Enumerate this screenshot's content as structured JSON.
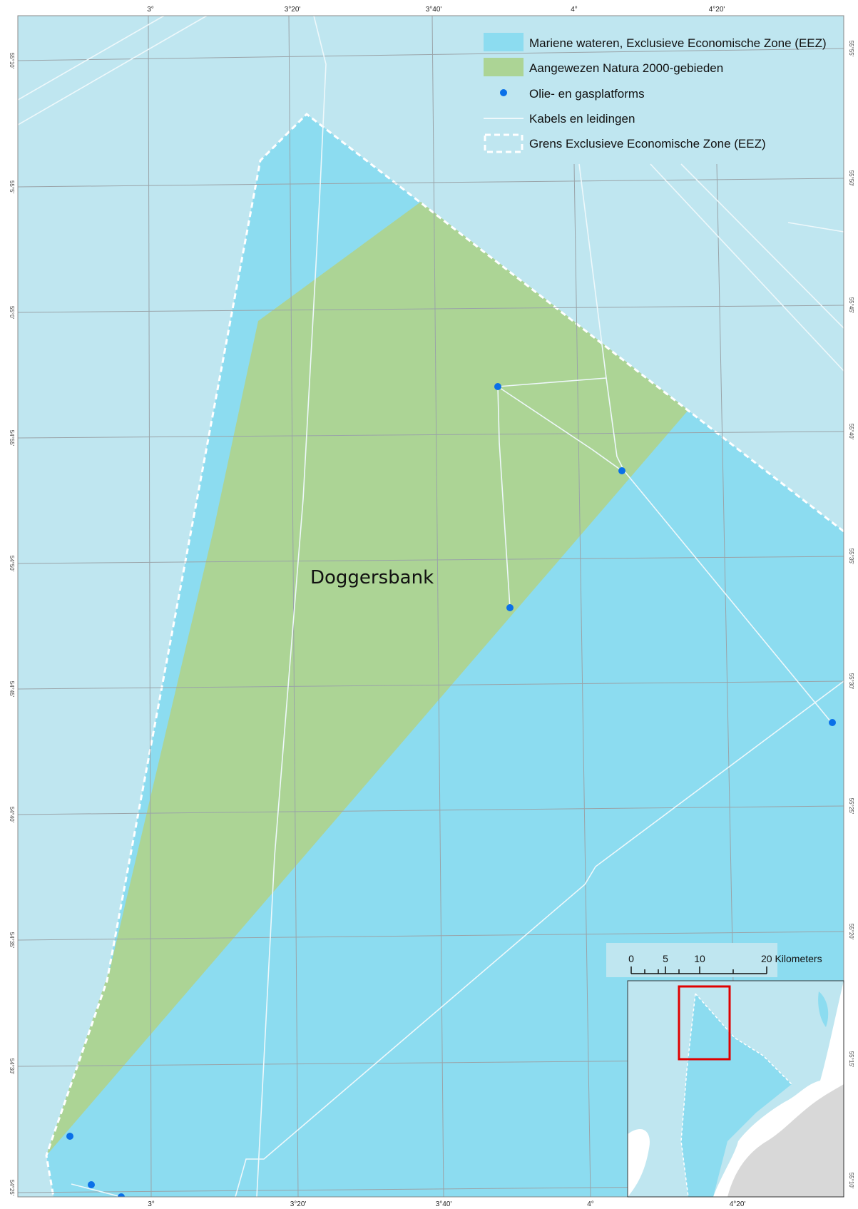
{
  "colors": {
    "outside": "#bfe6f0",
    "eez": "#8cdcf0",
    "natura": "#acd495",
    "platform": "#0a70e8",
    "cable": "#eef8fb",
    "graticule": "#9aa3a8",
    "inset_frame": "#e00000",
    "land": "#d8d8d8"
  },
  "map": {
    "area_label": "Doggersbank",
    "longitude_ticks": [
      "3°",
      "3°20'",
      "3°40'",
      "4°",
      "4°20'"
    ],
    "latitude_ticks_left": [
      "55°10'",
      "55°5'",
      "55°0'",
      "54°55'",
      "54°50'",
      "54°45'",
      "54°40'",
      "54°35'",
      "54°30'",
      "54°25'"
    ],
    "latitude_ticks_right": [
      "55°55'",
      "55°50'",
      "55°45'",
      "55°40'",
      "55°35'",
      "55°30'",
      "55°25'",
      "55°20'",
      "55°15'",
      "55°10'"
    ]
  },
  "legend": {
    "items": [
      {
        "label": "Mariene wateren, Exclusieve Economische Zone (EEZ)",
        "symbol": "eez-swatch-icon"
      },
      {
        "label": "Aangewezen Natura 2000-gebieden",
        "symbol": "natura-swatch-icon"
      },
      {
        "label": "Olie- en gasplatforms",
        "symbol": "platform-dot-icon"
      },
      {
        "label": "Kabels en leidingen",
        "symbol": "cable-line-icon"
      },
      {
        "label": "Grens Exclusieve Economische Zone (EEZ)",
        "symbol": "eez-border-swatch-icon"
      }
    ]
  },
  "scalebar": {
    "labels": [
      "0",
      "5",
      "10",
      "20 Kilometers"
    ]
  }
}
